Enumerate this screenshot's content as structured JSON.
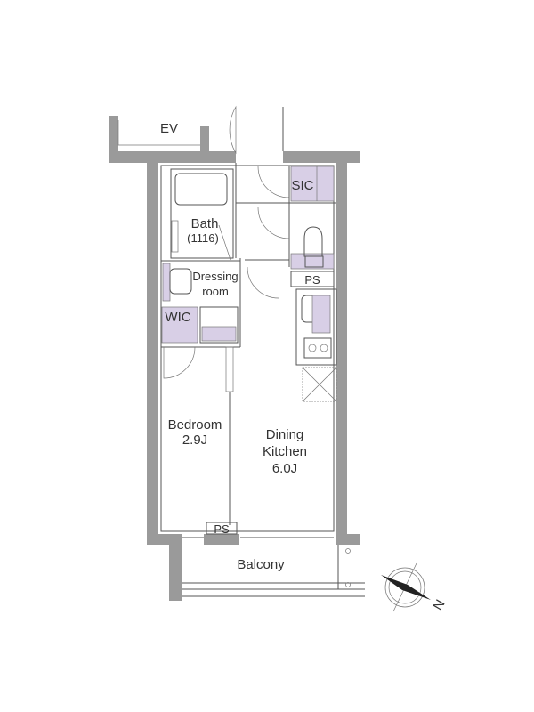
{
  "plan": {
    "labels": {
      "ev": "EV",
      "sic": "SIC",
      "bath": "Bath",
      "bath_size": "(1116)",
      "dressing_1": "Dressing",
      "dressing_2": "room",
      "wic": "WIC",
      "ps_top": "PS",
      "ps_bottom": "PS",
      "bedroom": "Bedroom",
      "bedroom_size": "2.9J",
      "dining_1": "Dining",
      "dining_2": "Kitchen",
      "dining_size": "6.0J",
      "balcony": "Balcony",
      "north": "N"
    },
    "colors": {
      "wall": "#9a9a9a",
      "storage": "#d8cfe6"
    }
  }
}
